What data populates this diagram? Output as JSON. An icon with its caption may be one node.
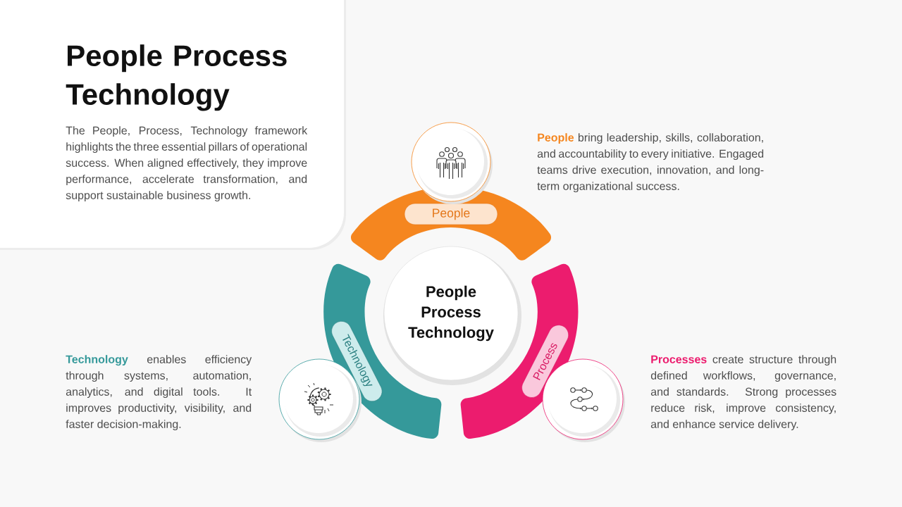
{
  "diagram": {
    "title": "People Process Technology",
    "nodes": [
      {
        "text": [],
        "shape": "circle"
      },
      {
        "text": [
          "People"
        ]
      },
      {
        "text": [
          "People Process Technology"
        ]
      },
      {
        "text": [
          "Technology"
        ]
      },
      {
        "text": [
          "Process"
        ]
      },
      {
        "text": [],
        "shape": "circle"
      },
      {
        "text": [],
        "shape": "circle"
      }
    ],
    "labels": [
      "The People, Process, Technology framework highlights the three essential pillars of operational success. When aligned effectively, they improve performance, accelerate transformation, and support sustainable business growth.",
      "**People** bring leadership, skills, collaboration, and accountability to every initiative. Engaged teams drive execution, innovation, and long-term organizational success.",
      "**Technology** enables efficiency through systems, automation, analytics, and digital tools. It improves productivity, visibility, and faster decision-making.",
      "**Processes** create structure through defined workflows, governance, and standards. Strong processes reduce risk, improve consistency, and enhance service delivery."
    ]
  }
}
